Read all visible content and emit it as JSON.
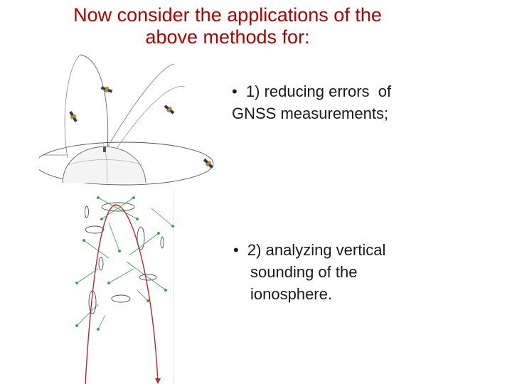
{
  "title": {
    "line1": "Now consider the applications of the",
    "line2": "above methods for:"
  },
  "bullets": [
    {
      "line1": "•  1) reducing errors  of",
      "line2": "GNSS measurements;"
    },
    {
      "line1": "•  2) analyzing vertical",
      "line2": "sounding of the",
      "line3": "ionosphere."
    }
  ],
  "colors": {
    "title": "#b10000",
    "ray": "#c0262b",
    "field_lines": "#2f9e3a",
    "ellipses": "#444466"
  },
  "figures": {
    "gnss": "satellite-orbits-over-earth-illustration",
    "ionosphere": "ionospheric-ray-path-diagram"
  }
}
